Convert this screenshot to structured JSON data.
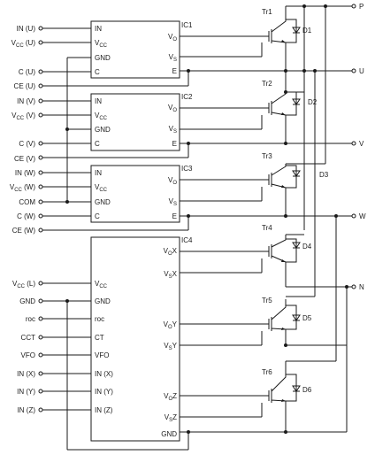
{
  "left_terminals": [
    {
      "name": "IN (U)",
      "main": "IN (U)",
      "sub": ""
    },
    {
      "name": "VCC (U)",
      "main": "V",
      "sub": "CC",
      "tail": " (U)"
    },
    {
      "name": "C (U)",
      "main": "C (U)",
      "sub": ""
    },
    {
      "name": "CE (U)",
      "main": "CE (U)",
      "sub": ""
    },
    {
      "name": "IN (V)",
      "main": "IN (V)",
      "sub": ""
    },
    {
      "name": "VCC (V)",
      "main": "V",
      "sub": "CC",
      "tail": " (V)"
    },
    {
      "name": "C (V)",
      "main": "C (V)",
      "sub": ""
    },
    {
      "name": "CE (V)",
      "main": "CE (V)",
      "sub": ""
    },
    {
      "name": "IN (W)",
      "main": "IN (W)",
      "sub": ""
    },
    {
      "name": "VCC (W)",
      "main": "V",
      "sub": "CC",
      "tail": " (W)"
    },
    {
      "name": "COM",
      "main": "COM",
      "sub": ""
    },
    {
      "name": "C (W)",
      "main": "C (W)",
      "sub": ""
    },
    {
      "name": "CE (W)",
      "main": "CE (W)",
      "sub": ""
    },
    {
      "name": "VCC (L)",
      "main": "V",
      "sub": "CC",
      "tail": " (L)"
    },
    {
      "name": "GND",
      "main": "GND",
      "sub": ""
    },
    {
      "name": "roc",
      "main": "roc",
      "sub": ""
    },
    {
      "name": "CCT",
      "main": "CCT",
      "sub": ""
    },
    {
      "name": "VFO",
      "main": "VFO",
      "sub": ""
    },
    {
      "name": "IN (X)",
      "main": "IN (X)",
      "sub": ""
    },
    {
      "name": "IN (Y)",
      "main": "IN (Y)",
      "sub": ""
    },
    {
      "name": "IN (Z)",
      "main": "IN (Z)",
      "sub": ""
    }
  ],
  "right_terminals": [
    "P",
    "U",
    "V",
    "W",
    "N"
  ],
  "ics": [
    {
      "name": "IC1",
      "pins_left": [
        "IN",
        "VCC",
        "GND",
        "C"
      ],
      "pins_right": [
        "VO",
        "VS",
        "E"
      ]
    },
    {
      "name": "IC2",
      "pins_left": [
        "IN",
        "VCC",
        "GND",
        "C"
      ],
      "pins_right": [
        "VO",
        "VS",
        "E"
      ]
    },
    {
      "name": "IC3",
      "pins_left": [
        "IN",
        "VCC",
        "GND",
        "C"
      ],
      "pins_right": [
        "VO",
        "VS",
        "E"
      ]
    },
    {
      "name": "IC4",
      "pins_left": [
        "VCC",
        "GND",
        "roc",
        "CT",
        "VFO",
        "IN (X)",
        "IN (Y)",
        "IN (Z)"
      ],
      "pins_right": [
        "VOX",
        "VSX",
        "VOY",
        "VSY",
        "VOZ",
        "VSZ",
        "GND"
      ]
    }
  ],
  "transistors": [
    "Tr1",
    "Tr2",
    "Tr3",
    "Tr4",
    "Tr5",
    "Tr6"
  ],
  "diodes": [
    "D1",
    "D2",
    "D3",
    "D4",
    "D5",
    "D6"
  ],
  "text": {
    "ic1": "IC1",
    "ic2": "IC2",
    "ic3": "IC3",
    "ic4": "IC4",
    "p": "P",
    "u": "U",
    "v": "V",
    "w": "W",
    "n": "N",
    "tr1": "Tr1",
    "tr2": "Tr2",
    "tr3": "Tr3",
    "tr4": "Tr4",
    "tr5": "Tr5",
    "tr6": "Tr6",
    "d1": "D1",
    "d2": "D2",
    "d3": "D3",
    "d4": "D4",
    "d5": "D5",
    "d6": "D6",
    "pin_in": "IN",
    "pin_v": "V",
    "pin_cc": "CC",
    "pin_gnd": "GND",
    "pin_c": "C",
    "pin_o": "O",
    "pin_s": "S",
    "pin_e": "E",
    "pin_ox": "OX",
    "pin_sx": "SX",
    "pin_oy": "OY",
    "pin_sy": "SY",
    "pin_oz": "OZ",
    "pin_sz": "SZ",
    "pin_roc": "roc",
    "pin_ct": "CT",
    "pin_vfo": "VFO",
    "pin_inx": "IN (X)",
    "pin_iny": "IN (Y)",
    "pin_inz": "IN (Z)",
    "t_in_u": "IN (U)",
    "t_v": "V",
    "t_cc": "CC",
    "t_u": " (U)",
    "t_c_u": "C (U)",
    "t_ce_u": "CE (U)",
    "t_in_v": "IN (V)",
    "t_vv": " (V)",
    "t_c_v": "C (V)",
    "t_ce_v": "CE (V)",
    "t_in_w": "IN (W)",
    "t_ww": " (W)",
    "t_com": "COM",
    "t_c_w": "C (W)",
    "t_ce_w": "CE (W)",
    "t_l": " (L)",
    "t_gnd": "GND",
    "t_roc": "roc",
    "t_cct": "CCT",
    "t_vfo": "VFO",
    "t_in_x": "IN (X)",
    "t_in_y": "IN (Y)",
    "t_in_z": "IN (Z)"
  }
}
